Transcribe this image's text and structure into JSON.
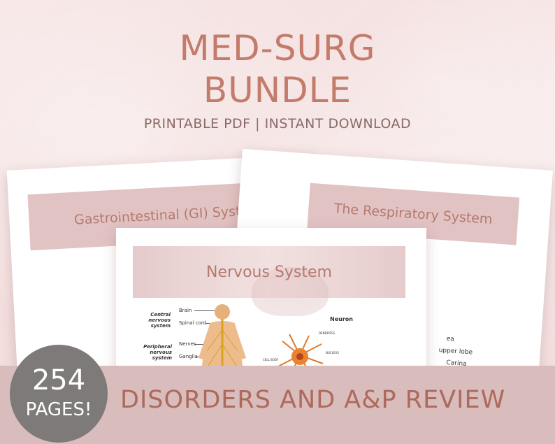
{
  "header": {
    "title_line1": "MED-SURG",
    "title_line2": "BUNDLE",
    "subtitle": "PRINTABLE PDF | INSTANT DOWNLOAD"
  },
  "pages": {
    "gi": {
      "title": "Gastrointestinal (GI)  System"
    },
    "respiratory": {
      "title": "The Respiratory System",
      "snippets": [
        "ea",
        "upper lobe",
        "Carina"
      ]
    },
    "nervous": {
      "title": "Nervous System",
      "labels": {
        "central": "Central nervous system",
        "brain": "Brain",
        "spinal_cord": "Spinal cord",
        "peripheral": "Peripheral nervous system",
        "nerves": "Nerves",
        "ganglia": "Ganglia",
        "neuron": "Neuron",
        "dendrites": "DENDRITES",
        "nucleus": "NUCLEUS",
        "cell_body": "CELL BODY"
      }
    }
  },
  "badge": {
    "count": "254",
    "label": "PAGES!"
  },
  "footer": {
    "text": "DISORDERS AND A&P REVIEW"
  },
  "colors": {
    "accent": "#c37b6b",
    "banner": "#e2c3c3",
    "footer_bg": "#d9bcbc",
    "badge_bg": "#7e7a79"
  }
}
